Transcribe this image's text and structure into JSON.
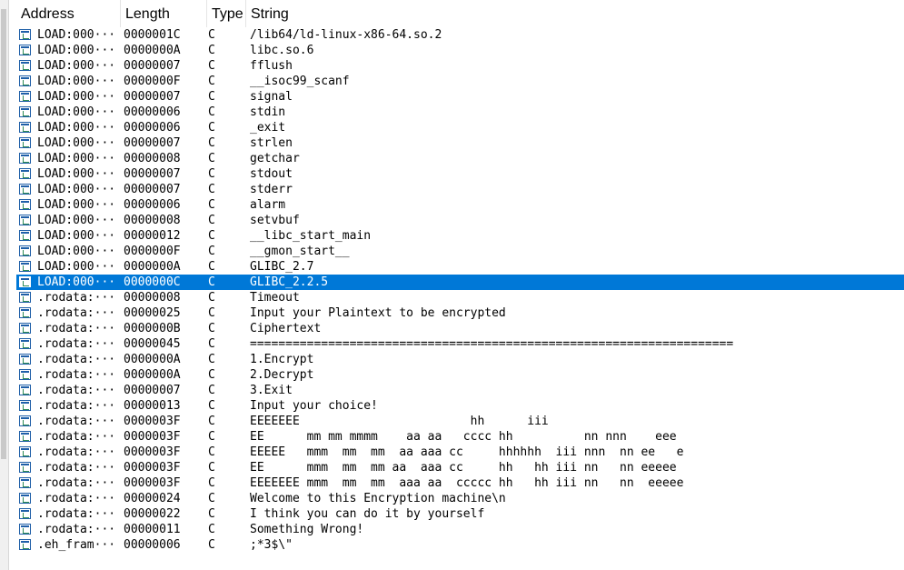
{
  "columns": {
    "address": "Address",
    "length": "Length",
    "type": "Type",
    "string": "String"
  },
  "selected_index": 16,
  "rows": [
    {
      "address": "LOAD:000···",
      "length": "0000001C",
      "type": "C",
      "string": "/lib64/ld-linux-x86-64.so.2"
    },
    {
      "address": "LOAD:000···",
      "length": "0000000A",
      "type": "C",
      "string": "libc.so.6"
    },
    {
      "address": "LOAD:000···",
      "length": "00000007",
      "type": "C",
      "string": "fflush"
    },
    {
      "address": "LOAD:000···",
      "length": "0000000F",
      "type": "C",
      "string": "__isoc99_scanf"
    },
    {
      "address": "LOAD:000···",
      "length": "00000007",
      "type": "C",
      "string": "signal"
    },
    {
      "address": "LOAD:000···",
      "length": "00000006",
      "type": "C",
      "string": "stdin"
    },
    {
      "address": "LOAD:000···",
      "length": "00000006",
      "type": "C",
      "string": "_exit"
    },
    {
      "address": "LOAD:000···",
      "length": "00000007",
      "type": "C",
      "string": "strlen"
    },
    {
      "address": "LOAD:000···",
      "length": "00000008",
      "type": "C",
      "string": "getchar"
    },
    {
      "address": "LOAD:000···",
      "length": "00000007",
      "type": "C",
      "string": "stdout"
    },
    {
      "address": "LOAD:000···",
      "length": "00000007",
      "type": "C",
      "string": "stderr"
    },
    {
      "address": "LOAD:000···",
      "length": "00000006",
      "type": "C",
      "string": "alarm"
    },
    {
      "address": "LOAD:000···",
      "length": "00000008",
      "type": "C",
      "string": "setvbuf"
    },
    {
      "address": "LOAD:000···",
      "length": "00000012",
      "type": "C",
      "string": "__libc_start_main"
    },
    {
      "address": "LOAD:000···",
      "length": "0000000F",
      "type": "C",
      "string": "__gmon_start__"
    },
    {
      "address": "LOAD:000···",
      "length": "0000000A",
      "type": "C",
      "string": "GLIBC_2.7"
    },
    {
      "address": "LOAD:000···",
      "length": "0000000C",
      "type": "C",
      "string": "GLIBC_2.2.5"
    },
    {
      "address": ".rodata:···",
      "length": "00000008",
      "type": "C",
      "string": "Timeout"
    },
    {
      "address": ".rodata:···",
      "length": "00000025",
      "type": "C",
      "string": "Input your Plaintext to be encrypted"
    },
    {
      "address": ".rodata:···",
      "length": "0000000B",
      "type": "C",
      "string": "Ciphertext"
    },
    {
      "address": ".rodata:···",
      "length": "00000045",
      "type": "C",
      "string": "===================================================================="
    },
    {
      "address": ".rodata:···",
      "length": "0000000A",
      "type": "C",
      "string": "1.Encrypt"
    },
    {
      "address": ".rodata:···",
      "length": "0000000A",
      "type": "C",
      "string": "2.Decrypt"
    },
    {
      "address": ".rodata:···",
      "length": "00000007",
      "type": "C",
      "string": "3.Exit"
    },
    {
      "address": ".rodata:···",
      "length": "00000013",
      "type": "C",
      "string": "Input your choice!"
    },
    {
      "address": ".rodata:···",
      "length": "0000003F",
      "type": "C",
      "string": "EEEEEEE                        hh      iii"
    },
    {
      "address": ".rodata:···",
      "length": "0000003F",
      "type": "C",
      "string": "EE      mm mm mmmm    aa aa   cccc hh          nn nnn    eee"
    },
    {
      "address": ".rodata:···",
      "length": "0000003F",
      "type": "C",
      "string": "EEEEE   mmm  mm  mm  aa aaa cc     hhhhhh  iii nnn  nn ee   e"
    },
    {
      "address": ".rodata:···",
      "length": "0000003F",
      "type": "C",
      "string": "EE      mmm  mm  mm aa  aaa cc     hh   hh iii nn   nn eeeee"
    },
    {
      "address": ".rodata:···",
      "length": "0000003F",
      "type": "C",
      "string": "EEEEEEE mmm  mm  mm  aaa aa  ccccc hh   hh iii nn   nn  eeeee"
    },
    {
      "address": ".rodata:···",
      "length": "00000024",
      "type": "C",
      "string": "Welcome to this Encryption machine\\n"
    },
    {
      "address": ".rodata:···",
      "length": "00000022",
      "type": "C",
      "string": "I think you can do it by yourself"
    },
    {
      "address": ".rodata:···",
      "length": "00000011",
      "type": "C",
      "string": "Something Wrong!"
    },
    {
      "address": ".eh_fram···",
      "length": "00000006",
      "type": "C",
      "string": ";*3$\\\""
    }
  ]
}
